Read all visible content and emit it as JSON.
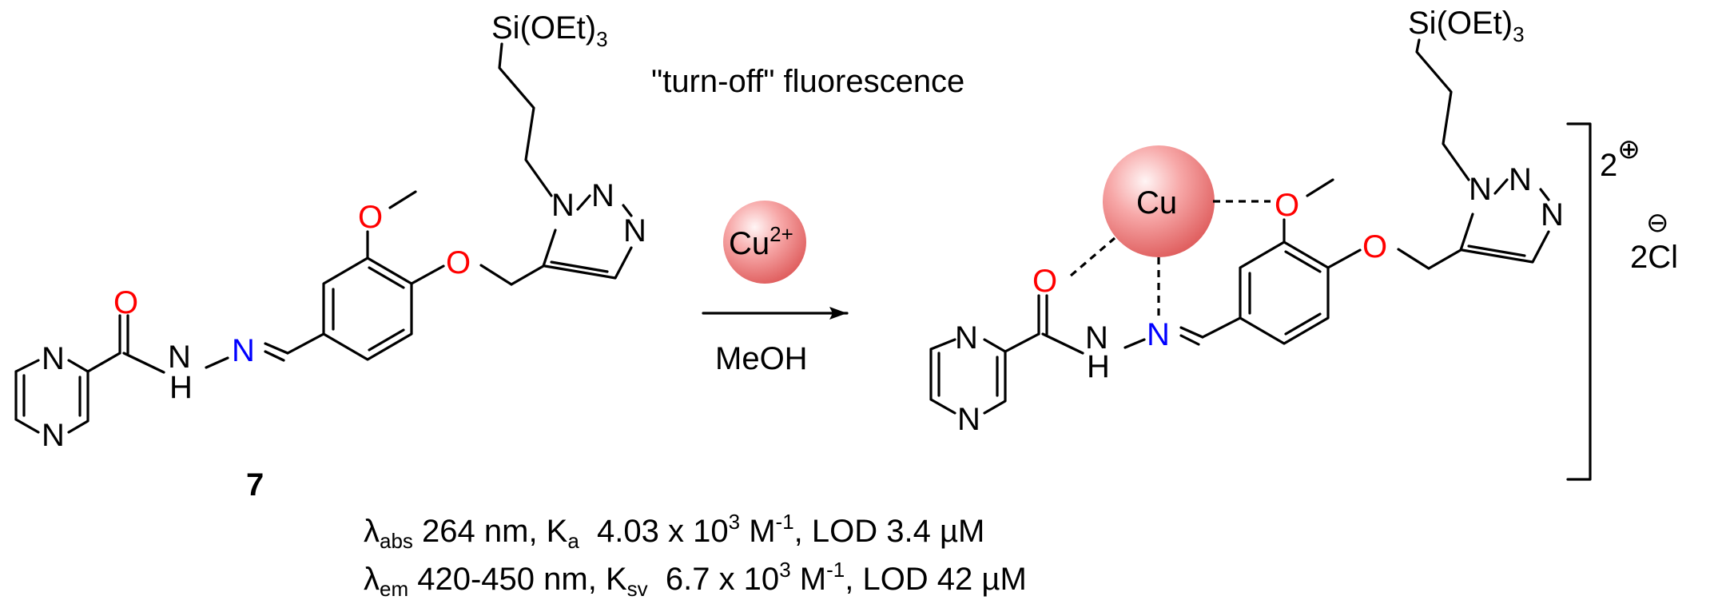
{
  "atoms": {
    "si_group": "Si(OEt)",
    "si_sub": "3",
    "O": "O",
    "N": "N",
    "H": "H",
    "Cu": "Cu"
  },
  "labels": {
    "turn_off": "\"turn-off\" fluorescence",
    "compound_number": "7",
    "reagent_main": "Cu",
    "reagent_sup": "2+",
    "solvent": "MeOH",
    "charge": "2",
    "charge_sign": "⊕",
    "counterion": "2Cl",
    "counterion_sign": "⊖"
  },
  "measurements": {
    "line1": {
      "lambda": "λ",
      "lambda_sub": "abs",
      "text_a": " 264 nm, K",
      "k_sub": "a",
      "text_b": "  4.03 x 10",
      "exp": "3",
      "text_c": " M",
      "unit_exp": "-1",
      "text_d": ", LOD 3.4 µM"
    },
    "line2": {
      "lambda": "λ",
      "lambda_sub": "em",
      "text_a": " 420-450 nm, K",
      "k_sub": "sv",
      "text_b": "  6.7 x 10",
      "exp": "3",
      "text_c": " M",
      "unit_exp": "-1",
      "text_d": ", LOD 42 µM"
    }
  },
  "colors": {
    "oxygen": "#ff0000",
    "imine_nitrogen": "#0000ff",
    "copper_sphere": "#f08080"
  }
}
